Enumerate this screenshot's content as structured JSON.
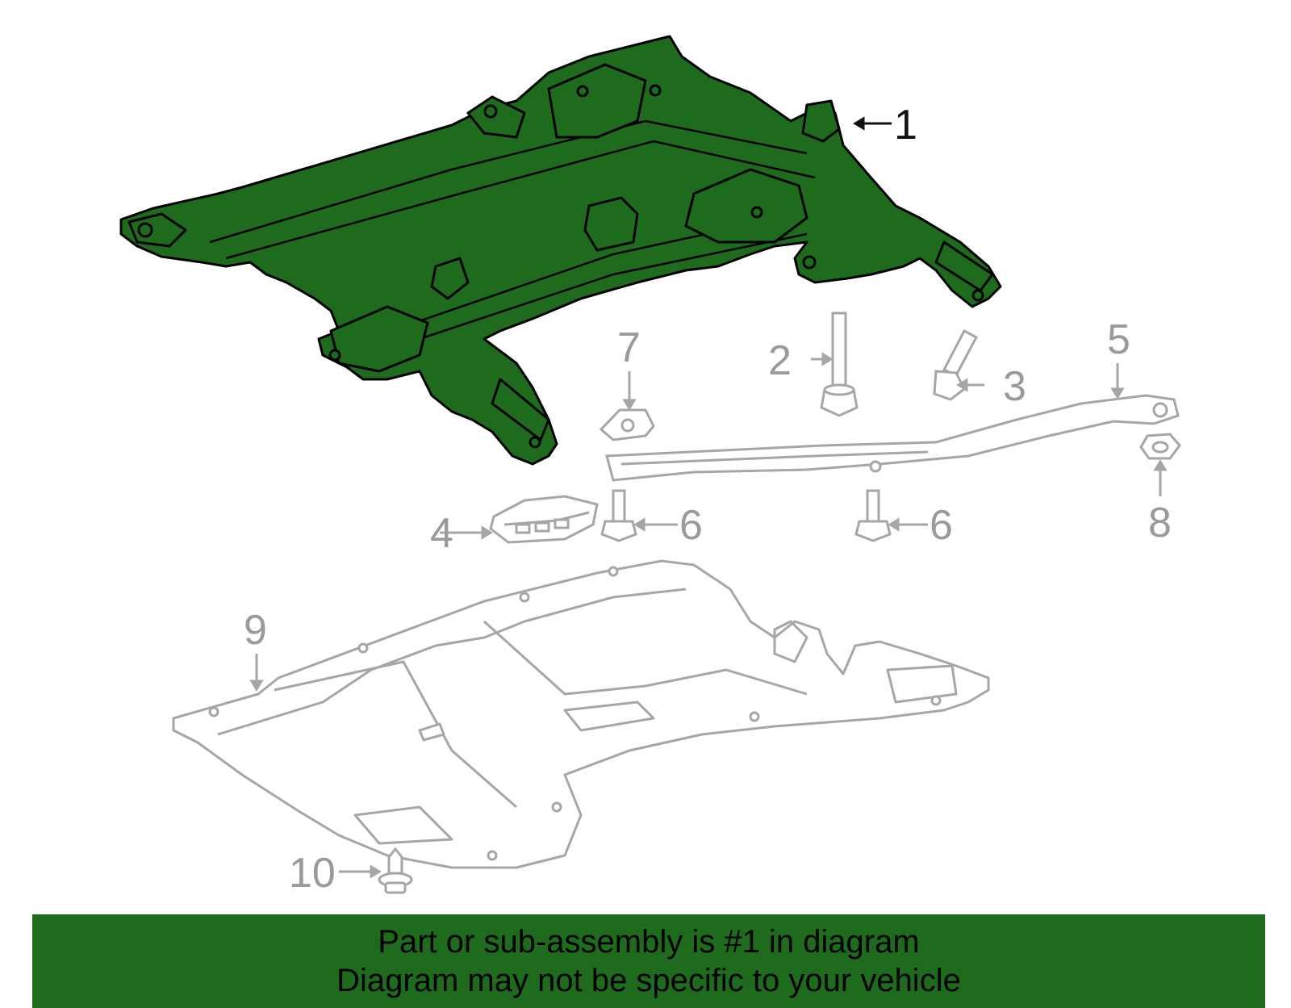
{
  "diagram": {
    "callouts": [
      {
        "id": "1",
        "label": "1",
        "highlighted": true
      },
      {
        "id": "2",
        "label": "2"
      },
      {
        "id": "3",
        "label": "3"
      },
      {
        "id": "4",
        "label": "4"
      },
      {
        "id": "5",
        "label": "5"
      },
      {
        "id": "6a",
        "label": "6"
      },
      {
        "id": "6b",
        "label": "6"
      },
      {
        "id": "7",
        "label": "7"
      },
      {
        "id": "8",
        "label": "8"
      },
      {
        "id": "9",
        "label": "9"
      },
      {
        "id": "10",
        "label": "10"
      }
    ],
    "colors": {
      "highlight_fill": "#1e6b1e",
      "highlight_stroke": "#000000",
      "part_stroke": "#a6a6a6",
      "callout_text": "#9a9a9a",
      "banner_bg": "#1e6b1e"
    }
  },
  "banner": {
    "line1": "Part or sub-assembly is #1 in diagram",
    "line2": "Diagram may not be specific to your vehicle"
  }
}
